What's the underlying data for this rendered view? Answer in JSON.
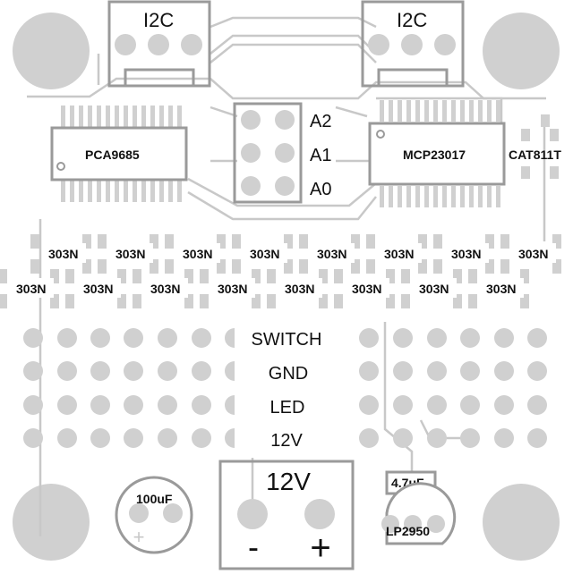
{
  "board": {
    "background": "#ffffff",
    "pad_color": "#d0d0d0",
    "trace_color": "#c8c8c8",
    "outline_color": "#9a9a9a",
    "text_color": "#111111"
  },
  "labels": {
    "i2c_left": "I2C",
    "i2c_right": "I2C",
    "pca": "PCA9685",
    "mcp": "MCP23017",
    "cat": "CAT811T",
    "a2": "A2",
    "a1": "A1",
    "a0": "A0",
    "switch": "SWITCH",
    "gnd": "GND",
    "led": "LED",
    "v12_row": "12V",
    "v12_conn": "12V",
    "minus": "-",
    "plus": "+",
    "cap_100": "100uF",
    "cap_plus": "+",
    "cap_47": "4.7uF",
    "regulator": "LP2950"
  },
  "transistors": {
    "upper_row": [
      "303N",
      "303N",
      "303N",
      "303N",
      "303N",
      "303N",
      "303N",
      "303N"
    ],
    "lower_row": [
      "303N",
      "303N",
      "303N",
      "303N",
      "303N",
      "303N",
      "303N",
      "303N"
    ]
  }
}
